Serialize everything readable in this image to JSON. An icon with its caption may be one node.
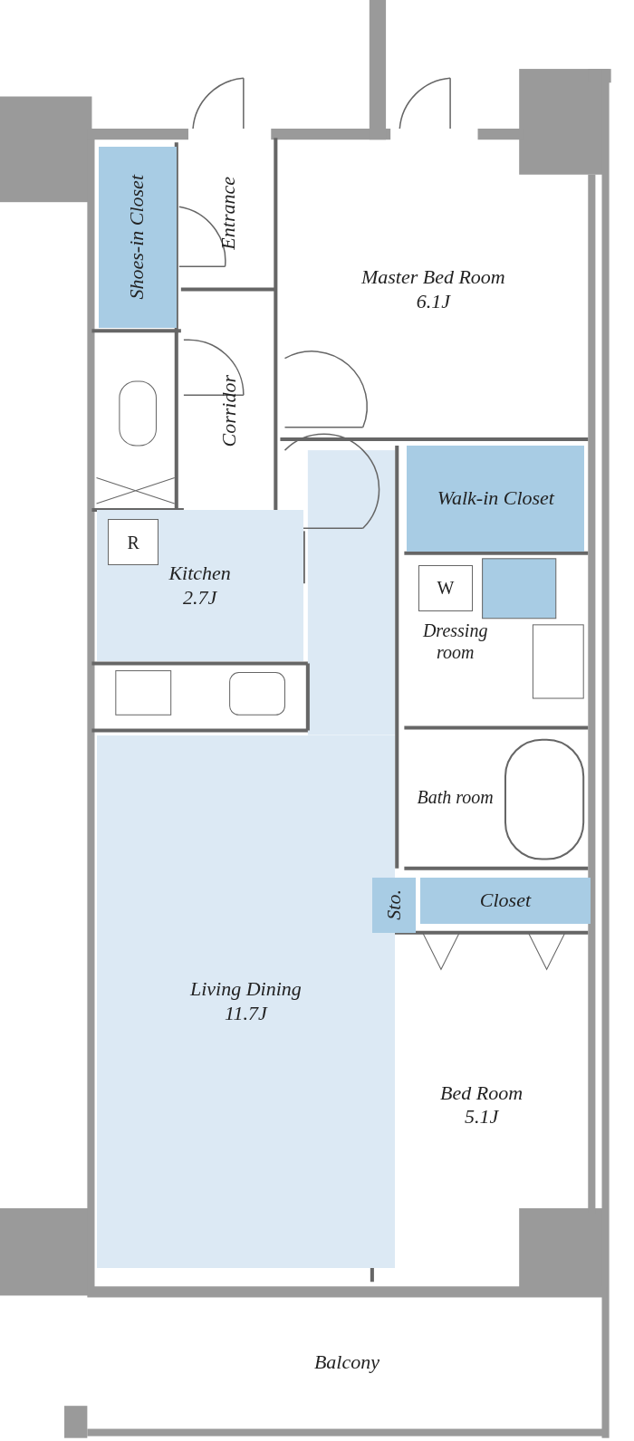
{
  "diagram": {
    "nodes": [
      {
        "text": [
          "Shoes-in Closet"
        ]
      },
      {
        "text": [
          "Entrance"
        ]
      },
      {
        "text": [
          "Master Bed Room",
          "6.1J"
        ]
      },
      {
        "text": [
          "Corridor"
        ]
      },
      {
        "text": [
          "Walk-in Closet"
        ]
      },
      {
        "text": [
          "Kitchen",
          "2.7J"
        ]
      },
      {
        "text": [
          "R"
        ],
        "in": 5
      },
      {
        "text": [
          "Dressing room"
        ]
      },
      {
        "text": [
          "W"
        ],
        "in": 7
      },
      {
        "text": [
          "Bath room"
        ]
      },
      {
        "text": [
          "Living Dining",
          "11.7J"
        ]
      },
      {
        "text": [
          "Sto."
        ]
      },
      {
        "text": [
          "Closet"
        ]
      },
      {
        "text": [
          "Bed Room",
          "5.1J"
        ]
      },
      {
        "text": [
          "Balcony"
        ]
      }
    ],
    "edges": []
  }
}
